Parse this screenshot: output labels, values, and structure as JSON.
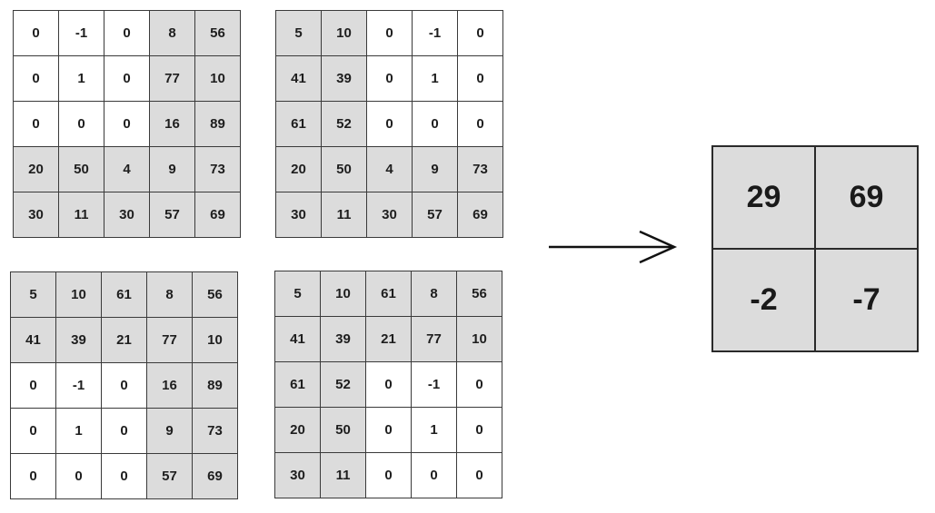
{
  "grids": [
    {
      "id": "kernel-tl",
      "values": [
        [
          "0",
          "-1",
          "0",
          "8",
          "56"
        ],
        [
          "0",
          "1",
          "0",
          "77",
          "10"
        ],
        [
          "0",
          "0",
          "0",
          "16",
          "89"
        ],
        [
          "20",
          "50",
          "4",
          "9",
          "73"
        ],
        [
          "30",
          "11",
          "30",
          "57",
          "69"
        ]
      ],
      "shaded": [
        [
          0,
          0,
          0,
          1,
          1
        ],
        [
          0,
          0,
          0,
          1,
          1
        ],
        [
          0,
          0,
          0,
          1,
          1
        ],
        [
          1,
          1,
          1,
          1,
          1
        ],
        [
          1,
          1,
          1,
          1,
          1
        ]
      ]
    },
    {
      "id": "kernel-tr",
      "values": [
        [
          "5",
          "10",
          "0",
          "-1",
          "0"
        ],
        [
          "41",
          "39",
          "0",
          "1",
          "0"
        ],
        [
          "61",
          "52",
          "0",
          "0",
          "0"
        ],
        [
          "20",
          "50",
          "4",
          "9",
          "73"
        ],
        [
          "30",
          "11",
          "30",
          "57",
          "69"
        ]
      ],
      "shaded": [
        [
          1,
          1,
          0,
          0,
          0
        ],
        [
          1,
          1,
          0,
          0,
          0
        ],
        [
          1,
          1,
          0,
          0,
          0
        ],
        [
          1,
          1,
          1,
          1,
          1
        ],
        [
          1,
          1,
          1,
          1,
          1
        ]
      ]
    },
    {
      "id": "kernel-bl",
      "values": [
        [
          "5",
          "10",
          "61",
          "8",
          "56"
        ],
        [
          "41",
          "39",
          "21",
          "77",
          "10"
        ],
        [
          "0",
          "-1",
          "0",
          "16",
          "89"
        ],
        [
          "0",
          "1",
          "0",
          "9",
          "73"
        ],
        [
          "0",
          "0",
          "0",
          "57",
          "69"
        ]
      ],
      "shaded": [
        [
          1,
          1,
          1,
          1,
          1
        ],
        [
          1,
          1,
          1,
          1,
          1
        ],
        [
          0,
          0,
          0,
          1,
          1
        ],
        [
          0,
          0,
          0,
          1,
          1
        ],
        [
          0,
          0,
          0,
          1,
          1
        ]
      ]
    },
    {
      "id": "kernel-br",
      "values": [
        [
          "5",
          "10",
          "61",
          "8",
          "56"
        ],
        [
          "41",
          "39",
          "21",
          "77",
          "10"
        ],
        [
          "61",
          "52",
          "0",
          "-1",
          "0"
        ],
        [
          "20",
          "50",
          "0",
          "1",
          "0"
        ],
        [
          "30",
          "11",
          "0",
          "0",
          "0"
        ]
      ],
      "shaded": [
        [
          1,
          1,
          1,
          1,
          1
        ],
        [
          1,
          1,
          1,
          1,
          1
        ],
        [
          1,
          1,
          0,
          0,
          0
        ],
        [
          1,
          1,
          0,
          0,
          0
        ],
        [
          1,
          1,
          0,
          0,
          0
        ]
      ]
    }
  ],
  "result": [
    [
      "29",
      "69"
    ],
    [
      "-2",
      "-7"
    ]
  ],
  "colors": {
    "shaded_cell": "#dcdcdc",
    "plain_cell": "#ffffff",
    "border": "#3a3a3a",
    "arrow": "#111111"
  }
}
